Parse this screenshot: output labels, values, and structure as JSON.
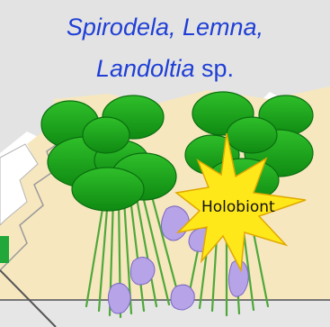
{
  "title": {
    "genus_1": "Spirodela, Lemna,",
    "genus_2": "Landoltia",
    "suffix": " sp."
  },
  "burst_label": "Holobiont",
  "colors": {
    "title_text": "#1f3fd6",
    "frond": "#19a01d",
    "frond_dark": "#0b6e10",
    "roots": "#4fa83a",
    "bacteria": "#b6a3e8",
    "burst_fill": "#ffe81a",
    "burst_stroke": "#e0a800",
    "sand": "#f6e7bf",
    "map_gray": "#dcdcdc"
  }
}
